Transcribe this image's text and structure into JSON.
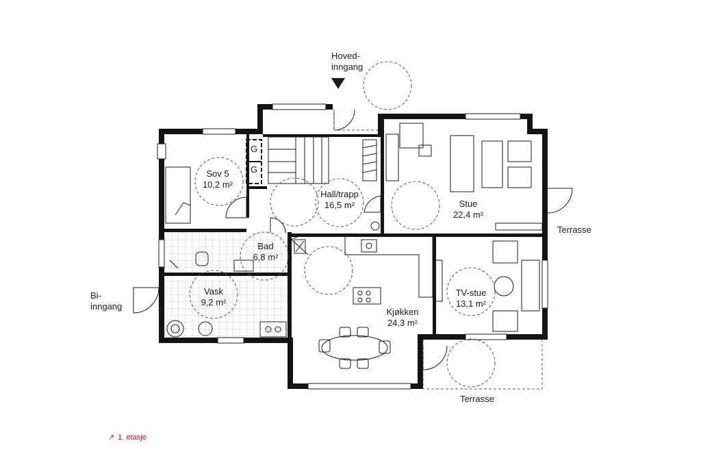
{
  "rooms": {
    "sov5": {
      "name": "Sov 5",
      "area": "10,2 m²"
    },
    "hall": {
      "name": "Hall/trapp",
      "area": "16,5 m²"
    },
    "stue": {
      "name": "Stue",
      "area": "22,4 m²"
    },
    "bad": {
      "name": "Bad",
      "area": "6,8 m²"
    },
    "vask": {
      "name": "Vask",
      "area": "9,2 m²"
    },
    "kjokken": {
      "name": "Kjøkken",
      "area": "24,3 m²"
    },
    "tvstue": {
      "name": "TV-stue",
      "area": "13,1 m²"
    }
  },
  "labels": {
    "hoved_line1": "Hoved-",
    "hoved_line2": "inngang",
    "bi_line1": "Bi-",
    "bi_line2": "inngang",
    "terrasse_east": "Terrasse",
    "terrasse_south": "Terrasse",
    "closet_g": "G"
  },
  "caption": {
    "arrow": "↗",
    "text": "1. etasje"
  },
  "colors": {
    "wall": "#141414",
    "caption": "#e2001a"
  }
}
